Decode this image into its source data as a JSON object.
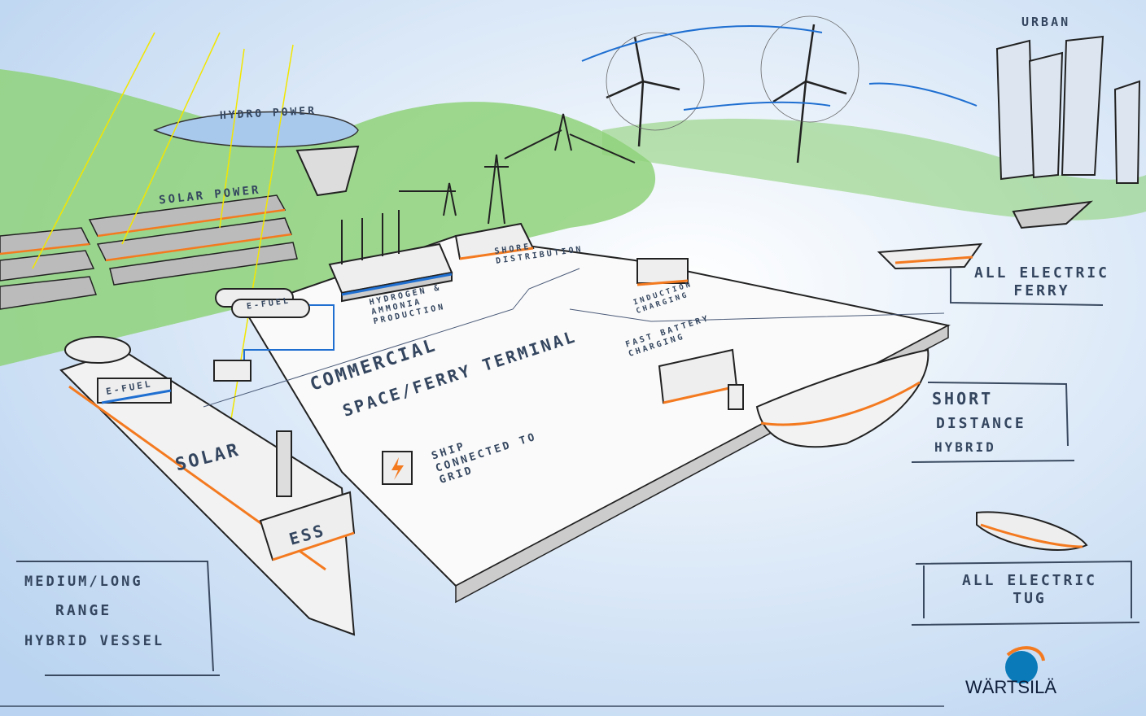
{
  "labels": {
    "urban": "URBAN",
    "hydro_power": "HYDRO POWER",
    "solar_power": "SOLAR POWER",
    "shore_distribution": "SHORE DISTRIBUTION",
    "hydrogen": "HYDROGEN & AMMONIA PRODUCTION",
    "efuel_tanks": "E-FUEL",
    "efuel_ship": "E-FUEL",
    "induction_charging": "INDUCTION CHARGING",
    "terminal_line1": "COMMERCIAL",
    "terminal_line2": "SPACE/FERRY TERMINAL",
    "fast_battery": "FAST BATTERY CHARGING",
    "ship_grid": "SHIP CONNECTED TO GRID",
    "solar_ship": "SOLAR",
    "ess": "ESS",
    "ferry": "ALL ELECTRIC FERRY",
    "short_line1": "SHORT",
    "short_line2": "DISTANCE",
    "short_line3": "HYBRID",
    "tug": "ALL ELECTRIC TUG",
    "medium_line1": "MEDIUM/LONG",
    "medium_line2": "RANGE",
    "medium_line3": "HYBRID VESSEL"
  },
  "logo": "WÄRTSILÄ",
  "colors": {
    "water": "#cfe0f5",
    "land": "#7ccd6a",
    "accent": "#f47a20",
    "blue": "#1f6fd1",
    "ink": "#34465f"
  }
}
